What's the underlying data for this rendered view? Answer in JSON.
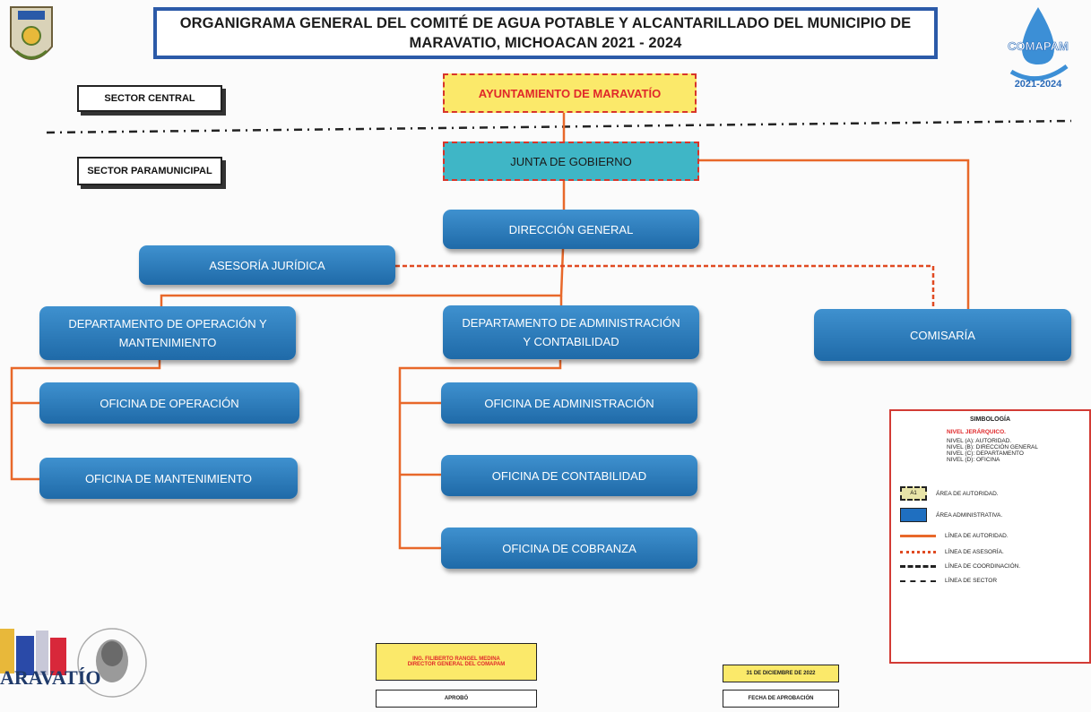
{
  "title": {
    "line1": "ORGANIGRAMA GENERAL DEL COMITÉ DE AGUA POTABLE Y ALCANTARILLADO DEL MUNICIPIO DE",
    "line2": "MARAVATIO, MICHOACAN 2021 - 2024"
  },
  "sectors": {
    "central": "SECTOR CENTRAL",
    "paramunicipal": "SECTOR PARAMUNICIPAL"
  },
  "nodes": {
    "ayuntamiento": "AYUNTAMIENTO DE MARAVATÍO",
    "junta": "JUNTA DE GOBIERNO",
    "direccion": "DIRECCIÓN GENERAL",
    "asesoria": "ASESORÍA JURÍDICA",
    "dep_operacion_l1": "DEPARTAMENTO DE OPERACIÓN Y",
    "dep_operacion_l2": "MANTENIMIENTO",
    "dep_admin_l1": "DEPARTAMENTO DE ADMINISTRACIÓN",
    "dep_admin_l2": "Y CONTABILIDAD",
    "comisaria": "COMISARÍA",
    "of_operacion": "OFICINA DE OPERACIÓN",
    "of_mantenimiento": "OFICINA DE MANTENIMIENTO",
    "of_administracion": "OFICINA DE ADMINISTRACIÓN",
    "of_contabilidad": "OFICINA DE CONTABILIDAD",
    "of_cobranza": "OFICINA DE COBRANZA"
  },
  "logo_right": {
    "name": "COMAPAM",
    "years": "2021-2024"
  },
  "logo_left_bottom": {
    "text": "ARAVATÍO"
  },
  "legend": {
    "title": "SIMBOLOGÍA",
    "nivel_title": "NIVEL JERÁRQUICO.",
    "niveles": [
      "NIVEL (A): AUTORIDAD.",
      "NIVEL (B): DIRECCIÓN GENERAL",
      "NIVEL (C): DEPARTAMENTO",
      "NIVEL (D): OFICINA"
    ],
    "auth_sample": "A1",
    "items": [
      "ÁREA DE AUTORIDAD.",
      "ÁREA ADMINISTRATIVA.",
      "LÍNEA DE AUTORIDAD.",
      "LÍNEA DE ASESORÍA.",
      "LÍNEA DE COORDINACIÓN.",
      "LÍNEA DE SECTOR"
    ]
  },
  "footer": {
    "director_l1": "ING. FILIBERTO RANGEL MEDINA",
    "director_l2": "DIRECTOR GENERAL DEL COMAPAM",
    "aprobo": "APROBÓ",
    "fecha": "31 DE DICIEMBRE DE 2022",
    "fecha_label": "FECHA DE APROBACIÓN"
  },
  "colors": {
    "authority_line": "#e8682a",
    "node_blue": "#2a7bbd",
    "ayuntamiento_fill": "#fbe96a",
    "junta_fill": "#3fb6c6",
    "title_border": "#2b5aa8"
  }
}
